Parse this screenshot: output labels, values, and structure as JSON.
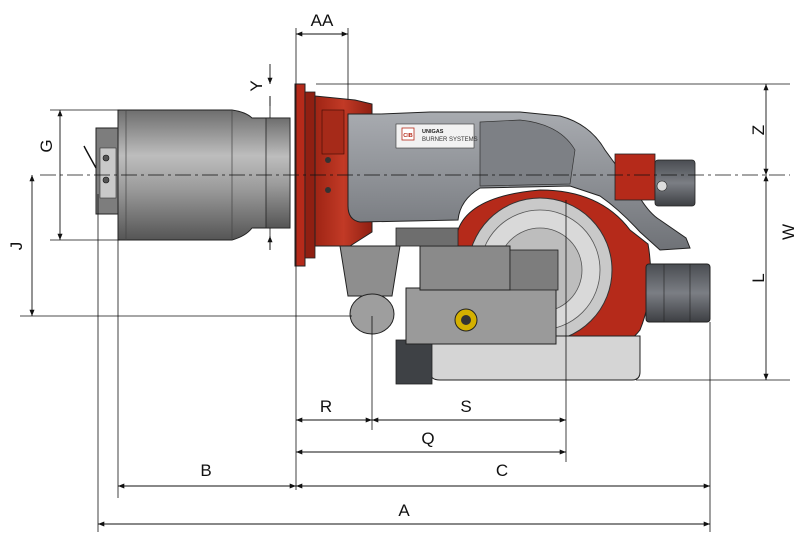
{
  "dimensions": {
    "AA": "AA",
    "Y": "Y",
    "G": "G",
    "J": "J",
    "Z": "Z",
    "W": "W",
    "L": "L",
    "R": "R",
    "S": "S",
    "Q": "Q",
    "B": "B",
    "C": "C",
    "A": "A"
  },
  "label_plate": {
    "brand": "UNIGAS",
    "line1": "BURNER SYSTEMS",
    "logo": "CIB"
  },
  "colors": {
    "burner_red": "#b52a1a",
    "housing_grey": "#8d9095",
    "body_grey": "#9a9a9a",
    "line": "#111111"
  }
}
